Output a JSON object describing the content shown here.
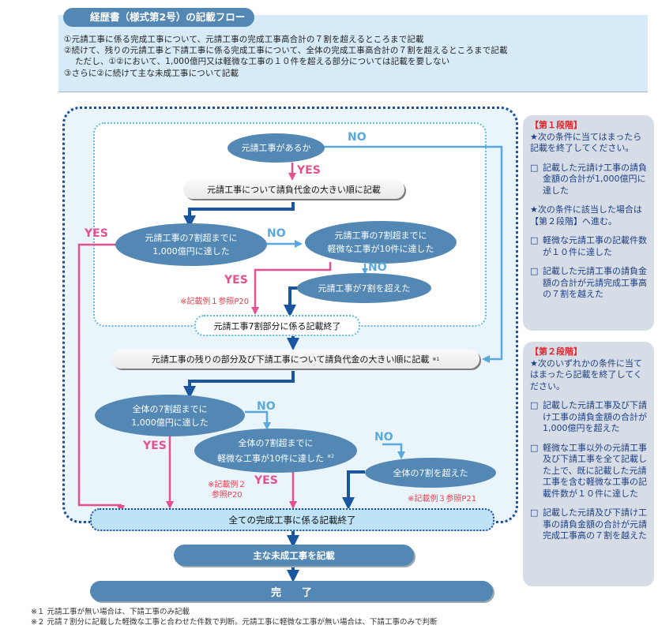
{
  "header": {
    "title": "経歴書（様式第2号）の記載フロー",
    "lines": [
      "①元請工事に係る完成工事について、元請工事の完成工事高合計の７割を超えるところまで記載",
      "②続けて、残りの元請工事と下請工事に係る完成工事について、全体の完成工事高合計の７割を超えるところまで記載",
      "ただし、①②において、1,000億円又は軽微な工事の１０件を超える部分については記載を要しない",
      "③さらに②に続けて主な未成工事について記載"
    ]
  },
  "flow": {
    "q_prime_exists": "元請工事があるか",
    "step_list_prime": "元請工事について請負代金の大きい順に記載",
    "q_prime_1000": [
      "元請工事の7割超までに",
      "1,000億円に達した"
    ],
    "q_prime_minor10": [
      "元請工事の7割超までに",
      "軽微な工事が10件に達した"
    ],
    "prime_over70": "元請工事が7割を超えた",
    "prime_end": "元請工事7割部分に係る記載終了",
    "step_list_rest": "元請工事の残りの部分及び下請工事について請負代金の大きい順に記載",
    "step_list_rest_note": "※1",
    "q_all_1000": [
      "全体の7割超までに",
      "1,000億円に達した"
    ],
    "q_all_minor10": [
      "全体の7割超までに",
      "軽微な工事が10件に達した"
    ],
    "q_all_minor10_note": "※2",
    "all_over70": "全体の7割を超えた",
    "all_end": "全ての完成工事に係る記載終了",
    "step_unfinished": "主な未成工事を記載",
    "done": "完　　了",
    "yes": "YES",
    "no": "NO",
    "ref1": "※記載例１参照P20",
    "ref2": [
      "※記載例２",
      "参照P20"
    ],
    "ref3": "※記載例３参照P21"
  },
  "colors": {
    "node_blue": "#5388b4",
    "arrow_dark": "#1a55a0",
    "arrow_light": "#59a8de",
    "yes_pink": "#e5508f",
    "ref_red": "#ee3b4b",
    "stage_red": "#e4242c"
  },
  "side": {
    "stage1": {
      "heading": "【第１段階】",
      "intro": "★次の条件に当てはまったら記載を終了してください。",
      "conds1": [
        "記載した元請け工事の請負金額の合計が1,000億円に達した"
      ],
      "intro2": "★次の条件に該当した場合は【第２段階】へ進む。",
      "conds2": [
        "軽微な元請工事の記載件数が１０件に達した",
        "記載した元請工事の請負金額の合計が元請完成工事高の７割を越えた"
      ]
    },
    "stage2": {
      "heading": "【第２段階】",
      "intro": "★次のいずれかの条件に当てはまったら記載を終了してください。",
      "conds": [
        "記載した元請工事及び下請け工事の請負金額の合計が1,000億円を超えた",
        "軽微な工事以外の元請工事及び下請工事を全て記載した上で、既に記載した元請工事を含む軽微な工事の記載件数が１０件に達した",
        "記載した元請及び下請け工事の請負金額の合計が元請完成工事高の７割を越えた"
      ]
    },
    "checkbox": "□"
  },
  "footnotes": [
    "※１ 元請工事が無い場合は、下請工事のみ記載",
    "※２ 元請７割分に記載した軽微な工事と合わせた件数で判断。元請工事に軽微な工事が無い場合は、下請工事のみで判断"
  ]
}
